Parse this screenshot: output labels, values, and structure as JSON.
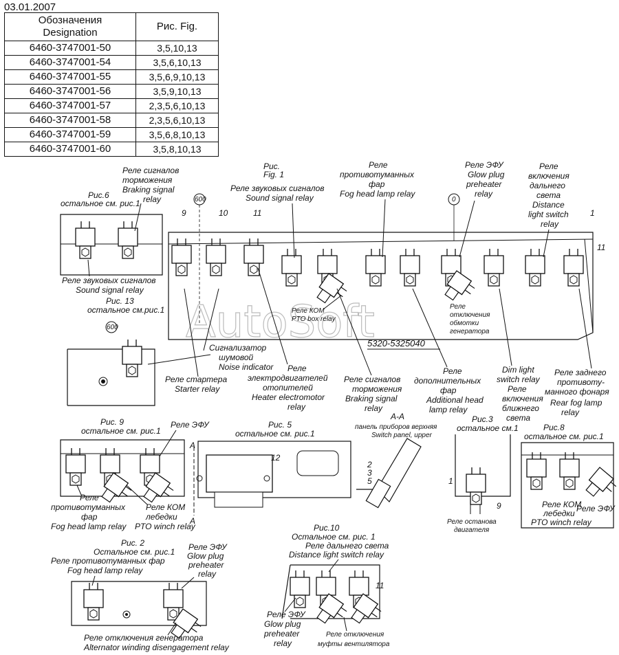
{
  "header": {
    "date": "03.01.2007"
  },
  "table": {
    "col1_ru": "Обозначения",
    "col1_en": "Designation",
    "col2": "Рис. Fig.",
    "rows": [
      {
        "designation": "6460-3747001-50",
        "fig": "3,5,10,13"
      },
      {
        "designation": "6460-3747001-54",
        "fig": "3,5,6,10,13"
      },
      {
        "designation": "6460-3747001-55",
        "fig": "3,5,6,9,10,13"
      },
      {
        "designation": "6460-3747001-56",
        "fig": "3,5,9,10,13"
      },
      {
        "designation": "6460-3747001-57",
        "fig": "2,3,5,6,10,13"
      },
      {
        "designation": "6460-3747001-58",
        "fig": "2,3,5,6,10,13"
      },
      {
        "designation": "6460-3747001-59",
        "fig": "3,5,6,8,10,13"
      },
      {
        "designation": "6460-3747001-60",
        "fig": "3,5,8,10,13"
      }
    ]
  },
  "watermark": "AutoSoft",
  "part_number": "5320-5325040",
  "markers": {
    "m600a": "600",
    "m600b": "600",
    "m0": "0"
  },
  "numbers": {
    "n9": "9",
    "n10": "10",
    "n11": "11",
    "n1": "1",
    "n11b": "11",
    "n12": "12",
    "n2": "2",
    "n3": "3",
    "n5": "5",
    "n1b": "1",
    "n9b": "9",
    "n11c": "11",
    "secA1": "A",
    "secA2": "A"
  },
  "fig1": {
    "l1": "Рис.",
    "l2": "Fig. 1"
  },
  "fig6": {
    "l1": "Рис.6",
    "l2": "остальное см. рис.1"
  },
  "fig13": {
    "l1": "Рис. 13",
    "l2": "остальное см.рис.1"
  },
  "fig9": {
    "l1": "Рис. 9",
    "l2": "остальное см. рис.1"
  },
  "fig5": {
    "l1": "Рис. 5",
    "l2": "остальное см. рис.1"
  },
  "fig3": {
    "l1": "Рис.3",
    "l2": "остальное см.1"
  },
  "fig8": {
    "l1": "Рис.8",
    "l2": "остальное см. рис.1"
  },
  "fig2": {
    "l1": "Рис. 2",
    "l2": "Остальное см. рис.1"
  },
  "fig10": {
    "l1": "Рис.10",
    "l2": "Остальное см. рис. 1"
  },
  "labels": {
    "braking_top": [
      "Реле сигналов",
      "торможения",
      "Braking signal",
      "relay"
    ],
    "sound_top": [
      "Реле звуковых сигналов",
      "Sound signal relay"
    ],
    "fog_top": [
      "Реле",
      "противотуманных",
      "фар",
      "Fog head lamp relay"
    ],
    "glow_top": [
      "Реле ЭФУ",
      "Glow plug",
      "preheater",
      "relay"
    ],
    "distance_top": [
      "Реле",
      "включения",
      "дальнего",
      "света",
      "Distance",
      "light switch",
      "relay"
    ],
    "sound_fig6": [
      "Реле звуковых сигналов",
      "Sound signal relay"
    ],
    "pto_box": [
      "Реле КОМ",
      "PTO box relay"
    ],
    "alt_winding": [
      "Реле",
      "отключения",
      "обмотки",
      "генератора"
    ],
    "noise": [
      "Сигнализатор",
      "шумовой",
      "Noise indicator"
    ],
    "starter": [
      "Реле стартера",
      "Starter relay"
    ],
    "heater": [
      "Реле",
      "электродвигателей",
      "отопителей",
      "Heater electromotor",
      "relay"
    ],
    "braking_mid": [
      "Реле сигналов",
      "торможения",
      "Braking signal",
      "relay"
    ],
    "additional": [
      "Реле",
      "дополнительных",
      "фар",
      "Additional head",
      "lamp relay"
    ],
    "dim": [
      "Dim light",
      "switch relay",
      "Реле",
      "включения",
      "ближнего",
      "света"
    ],
    "rear_fog": [
      "Реле заднего",
      "противоту-",
      "манного фонаря",
      "Rear fog lamp",
      "relay"
    ],
    "efu_fig9": "Реле ЭФУ",
    "fog_fig9": [
      "Реле",
      "противотуманных",
      "фар",
      "Fog head lamp relay"
    ],
    "pto_winch": [
      "Реле КОМ",
      "лебедки",
      "PTO winch relay"
    ],
    "section_aa": [
      "А-А",
      "панель приборов верхняя",
      "Switch panel, upper"
    ],
    "engine_stop": [
      "Реле останова",
      "двигателя"
    ],
    "pto_winch8": [
      "Реле КОМ",
      "лебедки",
      "PTO winch relay"
    ],
    "efu_fig8": "Реле ЭФУ",
    "fog_fig2": [
      "Реле противотуманных фар",
      "Fog head lamp relay"
    ],
    "glow_fig2": [
      "Реле ЭФУ",
      "Glow plug",
      "preheater",
      "relay"
    ],
    "alt_fig2": [
      "Реле отключения генератора",
      "Alternator winding disengagement relay"
    ],
    "distance_fig10": [
      "Реле дальнего света",
      "Distance light switch relay"
    ],
    "glow_fig10": [
      "Реле ЭФУ",
      "Glow plug",
      "preheater",
      "relay"
    ],
    "fan_clutch": [
      "Реле отключения",
      "муфты вентилятора"
    ]
  }
}
